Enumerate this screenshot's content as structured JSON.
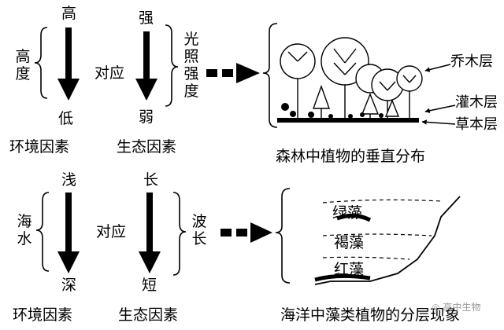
{
  "top": {
    "env_high": "高",
    "env_low": "低",
    "env_side": "高度",
    "correspond": "对应",
    "eco_high": "强",
    "eco_low": "弱",
    "eco_side": "光照强度",
    "label_env": "环境因素",
    "label_eco": "生态因素",
    "title": "森林中植物的垂直分布",
    "layers": [
      "乔木层",
      "灌木层",
      "草本层"
    ]
  },
  "bottom": {
    "env_high": "浅",
    "env_low": "深",
    "env_side": "海水",
    "correspond": "对应",
    "eco_high": "长",
    "eco_low": "短",
    "eco_side": "波长",
    "label_env": "环境因素",
    "label_eco": "生态因素",
    "title": "海洋中藻类植物的分层现象",
    "algae": [
      "绿藻",
      "褐藻",
      "红藻"
    ]
  },
  "watermark": "高中生物"
}
